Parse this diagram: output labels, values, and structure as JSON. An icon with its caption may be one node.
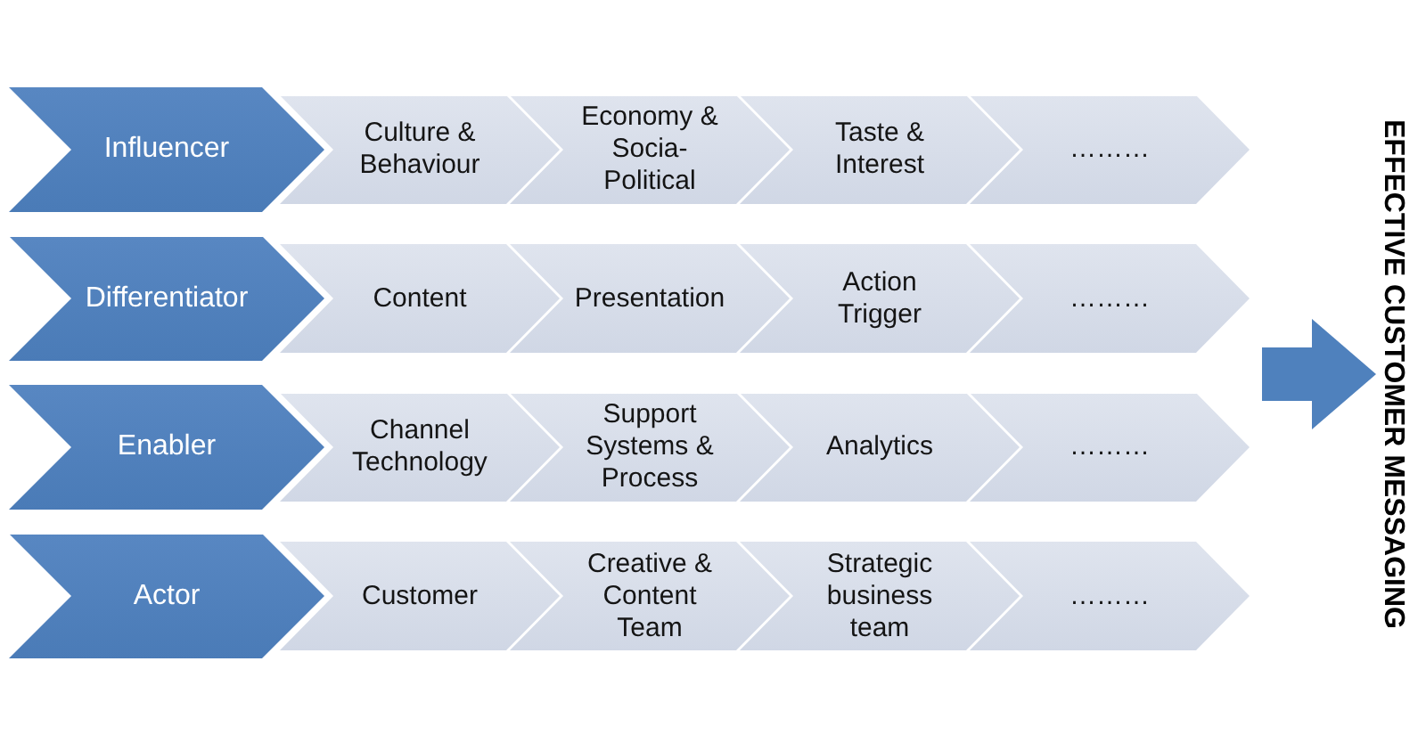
{
  "diagram": {
    "nodes": [
      {
        "text": [
          "Influencer"
        ]
      },
      {
        "text": [
          "Culture & Behaviour"
        ]
      },
      {
        "text": [
          "Economy & Socia-Political"
        ]
      },
      {
        "text": [
          "Taste & Interest"
        ]
      },
      {
        "text": [
          "………"
        ]
      },
      {
        "text": [
          "Differentiator"
        ]
      },
      {
        "text": [
          "Content"
        ]
      },
      {
        "text": [
          "Presentation"
        ]
      },
      {
        "text": [
          "Action Trigger"
        ]
      },
      {
        "text": [
          "………"
        ]
      },
      {
        "text": [
          "Enabler"
        ]
      },
      {
        "text": [
          "Channel Technology"
        ]
      },
      {
        "text": [
          "Support Systems & Process"
        ]
      },
      {
        "text": [
          "Analytics"
        ]
      },
      {
        "text": [
          "………"
        ]
      },
      {
        "text": [
          "Actor"
        ]
      },
      {
        "text": [
          "Customer"
        ]
      },
      {
        "text": [
          "Creative & Content Team"
        ]
      },
      {
        "text": [
          "Strategic business team"
        ]
      },
      {
        "text": [
          "………"
        ]
      },
      {
        "text": [
          "EFFECTIVE CUSTOMER MESSAGING"
        ]
      }
    ],
    "edges": [
      {
        "from": null,
        "to": 20,
        "arrow": "to"
      }
    ]
  }
}
